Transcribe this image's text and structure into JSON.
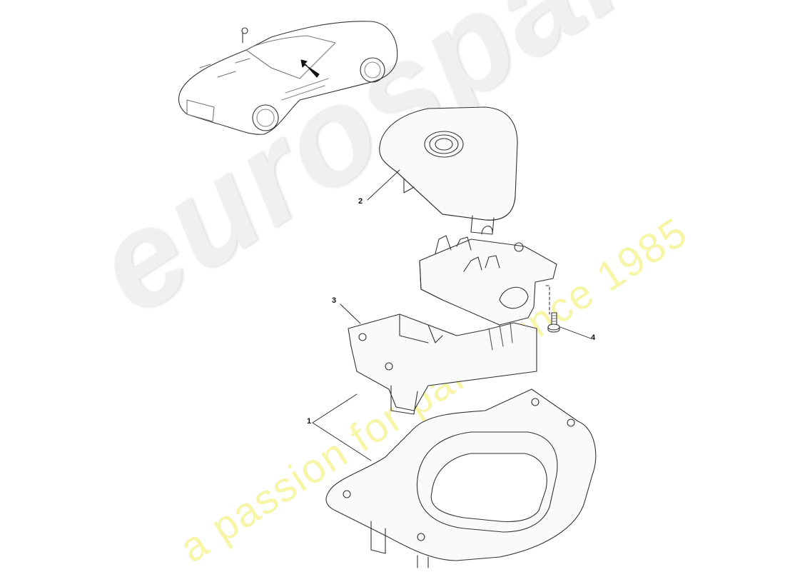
{
  "diagram": {
    "type": "exploded-parts-diagram",
    "subject": "gear selector assembly",
    "locator_view": "vehicle overview with arrow pointing to center console",
    "callouts": [
      {
        "id": "1",
        "label": "1",
        "part": "bezel / surround base"
      },
      {
        "id": "2",
        "label": "2",
        "part": "top cover with P button"
      },
      {
        "id": "3",
        "label": "3",
        "part": "selector module housing"
      },
      {
        "id": "4",
        "label": "4",
        "part": "screw / bolt"
      }
    ]
  },
  "watermark": {
    "brand": "eurospares",
    "tagline": "a passion for parts since 1985"
  },
  "colors": {
    "line": "#333333",
    "watermark_grey": "#eeeeee",
    "watermark_yellow": "#f6f5a8"
  }
}
